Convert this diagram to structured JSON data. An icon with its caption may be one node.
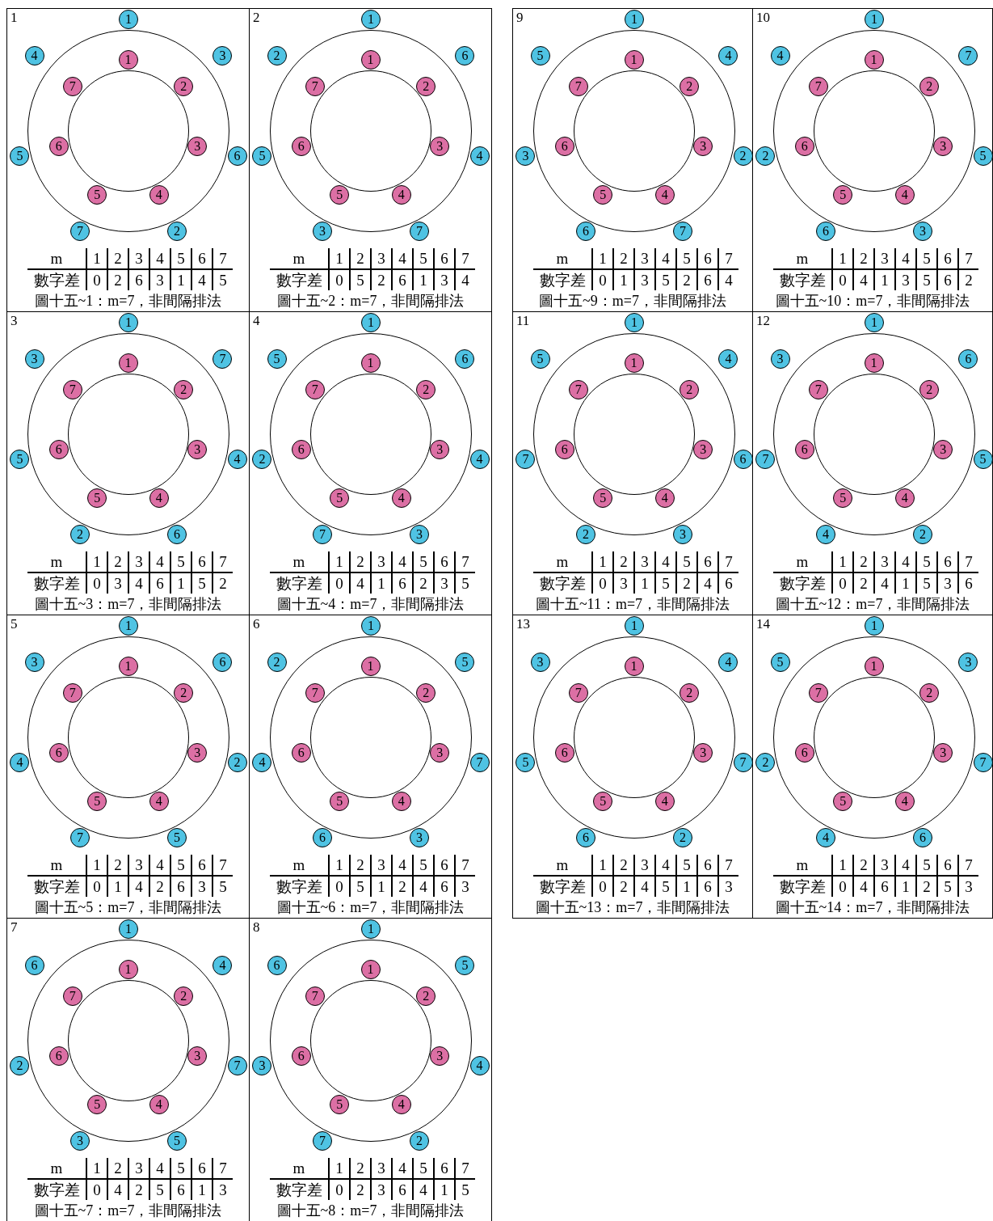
{
  "diagram": {
    "nodes": [
      {
        "text": [
          "1",
          "m",
          "1",
          "2",
          "3",
          "4",
          "5",
          "6",
          "7",
          "數字差",
          "0",
          "2",
          "6",
          "3",
          "1",
          "4",
          "5",
          "圖十五~1：m=7，非間隔排法"
        ]
      },
      {
        "text": [],
        "shape": "circle",
        "in": 0
      },
      {
        "text": [],
        "shape": "circle",
        "in": 1
      },
      {
        "text": [
          "1"
        ],
        "in": 0
      },
      {
        "text": [
          "3"
        ],
        "in": 0
      },
      {
        "text": [
          "6"
        ],
        "in": 0
      },
      {
        "text": [
          "2"
        ],
        "in": 0
      },
      {
        "text": [
          "7"
        ],
        "in": 0
      },
      {
        "text": [
          "5"
        ],
        "in": 0
      },
      {
        "text": [
          "4"
        ],
        "in": 0
      },
      {
        "text": [
          "1"
        ],
        "in": 1
      },
      {
        "text": [
          "2"
        ],
        "in": 1
      },
      {
        "text": [
          "3"
        ],
        "in": 1
      },
      {
        "text": [
          "4"
        ],
        "in": 1
      },
      {
        "text": [
          "5"
        ],
        "in": 1
      },
      {
        "text": [
          "6"
        ],
        "in": 1
      },
      {
        "text": [
          "7"
        ],
        "in": 1
      },
      {
        "text": [
          "2",
          "m",
          "1",
          "2",
          "3",
          "4",
          "5",
          "6",
          "7",
          "數字差",
          "0",
          "5",
          "2",
          "6",
          "1",
          "3",
          "4",
          "圖十五~2：m=7，非間隔排法"
        ]
      },
      {
        "text": [],
        "shape": "circle",
        "in": 17
      },
      {
        "text": [],
        "shape": "circle",
        "in": 18
      },
      {
        "text": [
          "1"
        ],
        "in": 17
      },
      {
        "text": [
          "6"
        ],
        "in": 17
      },
      {
        "text": [
          "4"
        ],
        "in": 17
      },
      {
        "text": [
          "7"
        ],
        "in": 17
      },
      {
        "text": [
          "3"
        ],
        "in": 17
      },
      {
        "text": [
          "5"
        ],
        "in": 17
      },
      {
        "text": [
          "2"
        ],
        "in": 17
      },
      {
        "text": [
          "1"
        ],
        "in": 18
      },
      {
        "text": [
          "2"
        ],
        "in": 18
      },
      {
        "text": [
          "3"
        ],
        "in": 18
      },
      {
        "text": [
          "4"
        ],
        "in": 18
      },
      {
        "text": [
          "5"
        ],
        "in": 18
      },
      {
        "text": [
          "6"
        ],
        "in": 18
      },
      {
        "text": [
          "7"
        ],
        "in": 18
      },
      {
        "text": [
          "3",
          "m",
          "1",
          "2",
          "3",
          "4",
          "5",
          "6",
          "7",
          "數字差",
          "0",
          "3",
          "4",
          "6",
          "1",
          "5",
          "2",
          "圖十五~3：m=7，非間隔排法"
        ]
      },
      {
        "text": [],
        "shape": "circle",
        "in": 34
      },
      {
        "text": [],
        "shape": "circle",
        "in": 35
      },
      {
        "text": [
          "1"
        ],
        "in": 34
      },
      {
        "text": [
          "7"
        ],
        "in": 34
      },
      {
        "text": [
          "4"
        ],
        "in": 34
      },
      {
        "text": [
          "6"
        ],
        "in": 34
      },
      {
        "text": [
          "2"
        ],
        "in": 34
      },
      {
        "text": [
          "5"
        ],
        "in": 34
      },
      {
        "text": [
          "3"
        ],
        "in": 34
      },
      {
        "text": [
          "1"
        ],
        "in": 35
      },
      {
        "text": [
          "2"
        ],
        "in": 35
      },
      {
        "text": [
          "3"
        ],
        "in": 35
      },
      {
        "text": [
          "4"
        ],
        "in": 35
      },
      {
        "text": [
          "5"
        ],
        "in": 35
      },
      {
        "text": [
          "6"
        ],
        "in": 35
      },
      {
        "text": [
          "7"
        ],
        "in": 35
      },
      {
        "text": [
          "4",
          "m",
          "1",
          "2",
          "3",
          "4",
          "5",
          "6",
          "7",
          "數字差",
          "0",
          "4",
          "1",
          "6",
          "2",
          "3",
          "5",
          "圖十五~4：m=7，非間隔排法"
        ]
      },
      {
        "text": [],
        "shape": "circle",
        "in": 51
      },
      {
        "text": [],
        "shape": "circle",
        "in": 52
      },
      {
        "text": [
          "1"
        ],
        "in": 51
      },
      {
        "text": [
          "6"
        ],
        "in": 51
      },
      {
        "text": [
          "4"
        ],
        "in": 51
      },
      {
        "text": [
          "3"
        ],
        "in": 51
      },
      {
        "text": [
          "7"
        ],
        "in": 51
      },
      {
        "text": [
          "2"
        ],
        "in": 51
      },
      {
        "text": [
          "5"
        ],
        "in": 51
      },
      {
        "text": [
          "1"
        ],
        "in": 52
      },
      {
        "text": [
          "2"
        ],
        "in": 52
      },
      {
        "text": [
          "3"
        ],
        "in": 52
      },
      {
        "text": [
          "4"
        ],
        "in": 52
      },
      {
        "text": [
          "5"
        ],
        "in": 52
      },
      {
        "text": [
          "6"
        ],
        "in": 52
      },
      {
        "text": [
          "7"
        ],
        "in": 52
      },
      {
        "text": [
          "5",
          "m",
          "1",
          "2",
          "3",
          "4",
          "5",
          "6",
          "7",
          "數字差",
          "0",
          "1",
          "4",
          "2",
          "6",
          "3",
          "5",
          "圖十五~5：m=7，非間隔排法"
        ]
      },
      {
        "text": [],
        "shape": "circle",
        "in": 68
      },
      {
        "text": [],
        "shape": "circle",
        "in": 69
      },
      {
        "text": [
          "1"
        ],
        "in": 68
      },
      {
        "text": [
          "6"
        ],
        "in": 68
      },
      {
        "text": [
          "2"
        ],
        "in": 68
      },
      {
        "text": [
          "5"
        ],
        "in": 68
      },
      {
        "text": [
          "7"
        ],
        "in": 68
      },
      {
        "text": [
          "4"
        ],
        "in": 68
      },
      {
        "text": [
          "3"
        ],
        "in": 68
      },
      {
        "text": [
          "1"
        ],
        "in": 69
      },
      {
        "text": [
          "2"
        ],
        "in": 69
      },
      {
        "text": [
          "3"
        ],
        "in": 69
      },
      {
        "text": [
          "4"
        ],
        "in": 69
      },
      {
        "text": [
          "5"
        ],
        "in": 69
      },
      {
        "text": [
          "6"
        ],
        "in": 69
      },
      {
        "text": [
          "7"
        ],
        "in": 69
      },
      {
        "text": [
          "6",
          "m",
          "1",
          "2",
          "3",
          "4",
          "5",
          "6",
          "7",
          "數字差",
          "0",
          "5",
          "1",
          "2",
          "4",
          "6",
          "3",
          "圖十五~6：m=7，非間隔排法"
        ]
      },
      {
        "text": [],
        "shape": "circle",
        "in": 85
      },
      {
        "text": [],
        "shape": "circle",
        "in": 86
      },
      {
        "text": [
          "1"
        ],
        "in": 85
      },
      {
        "text": [
          "5"
        ],
        "in": 85
      },
      {
        "text": [
          "7"
        ],
        "in": 85
      },
      {
        "text": [
          "3"
        ],
        "in": 85
      },
      {
        "text": [
          "6"
        ],
        "in": 85
      },
      {
        "text": [
          "4"
        ],
        "in": 85
      },
      {
        "text": [
          "2"
        ],
        "in": 85
      },
      {
        "text": [
          "1"
        ],
        "in": 86
      },
      {
        "text": [
          "2"
        ],
        "in": 86
      },
      {
        "text": [
          "3"
        ],
        "in": 86
      },
      {
        "text": [
          "4"
        ],
        "in": 86
      },
      {
        "text": [
          "5"
        ],
        "in": 86
      },
      {
        "text": [
          "6"
        ],
        "in": 86
      },
      {
        "text": [
          "7"
        ],
        "in": 86
      },
      {
        "text": [
          "7",
          "m",
          "1",
          "2",
          "3",
          "4",
          "5",
          "6",
          "7",
          "數字差",
          "0",
          "4",
          "2",
          "5",
          "6",
          "1",
          "3",
          "圖十五~7：m=7，非間隔排法"
        ]
      },
      {
        "text": [],
        "shape": "circle",
        "in": 102
      },
      {
        "text": [],
        "shape": "circle",
        "in": 103
      },
      {
        "text": [
          "1"
        ],
        "in": 102
      },
      {
        "text": [
          "4"
        ],
        "in": 102
      },
      {
        "text": [
          "7"
        ],
        "in": 102
      },
      {
        "text": [
          "5"
        ],
        "in": 102
      },
      {
        "text": [
          "3"
        ],
        "in": 102
      },
      {
        "text": [
          "2"
        ],
        "in": 102
      },
      {
        "text": [
          "6"
        ],
        "in": 102
      },
      {
        "text": [
          "1"
        ],
        "in": 103
      },
      {
        "text": [
          "2"
        ],
        "in": 103
      },
      {
        "text": [
          "3"
        ],
        "in": 103
      },
      {
        "text": [
          "4"
        ],
        "in": 103
      },
      {
        "text": [
          "5"
        ],
        "in": 103
      },
      {
        "text": [
          "6"
        ],
        "in": 103
      },
      {
        "text": [
          "7"
        ],
        "in": 103
      },
      {
        "text": [
          "8",
          "m",
          "1",
          "2",
          "3",
          "4",
          "5",
          "6",
          "7",
          "數字差",
          "0",
          "2",
          "3",
          "6",
          "4",
          "1",
          "5",
          "圖十五~8：m=7，非間隔排法"
        ]
      },
      {
        "text": [],
        "shape": "circle",
        "in": 119
      },
      {
        "text": [],
        "shape": "circle",
        "in": 120
      },
      {
        "text": [
          "1"
        ],
        "in": 119
      },
      {
        "text": [
          "5"
        ],
        "in": 119
      },
      {
        "text": [
          "4"
        ],
        "in": 119
      },
      {
        "text": [
          "2"
        ],
        "in": 119
      },
      {
        "text": [
          "7"
        ],
        "in": 119
      },
      {
        "text": [
          "3"
        ],
        "in": 119
      },
      {
        "text": [
          "6"
        ],
        "in": 119
      },
      {
        "text": [
          "1"
        ],
        "in": 120
      },
      {
        "text": [
          "2"
        ],
        "in": 120
      },
      {
        "text": [
          "3"
        ],
        "in": 120
      },
      {
        "text": [
          "4"
        ],
        "in": 120
      },
      {
        "text": [
          "5"
        ],
        "in": 120
      },
      {
        "text": [
          "6"
        ],
        "in": 120
      },
      {
        "text": [
          "7"
        ],
        "in": 120
      },
      {
        "text": [
          "9",
          "m",
          "1",
          "2",
          "3",
          "4",
          "5",
          "6",
          "7",
          "數字差",
          "0",
          "1",
          "3",
          "5",
          "2",
          "6",
          "4",
          "圖十五~9：m=7，非間隔排法"
        ]
      },
      {
        "text": [],
        "shape": "circle",
        "in": 136
      },
      {
        "text": [],
        "shape": "circle",
        "in": 137
      },
      {
        "text": [
          "1"
        ],
        "in": 136
      },
      {
        "text": [
          "4"
        ],
        "in": 136
      },
      {
        "text": [
          "2"
        ],
        "in": 136
      },
      {
        "text": [
          "7"
        ],
        "in": 136
      },
      {
        "text": [
          "6"
        ],
        "in": 136
      },
      {
        "text": [
          "3"
        ],
        "in": 136
      },
      {
        "text": [
          "5"
        ],
        "in": 136
      },
      {
        "text": [
          "1"
        ],
        "in": 137
      },
      {
        "text": [
          "2"
        ],
        "in": 137
      },
      {
        "text": [
          "3"
        ],
        "in": 137
      },
      {
        "text": [
          "4"
        ],
        "in": 137
      },
      {
        "text": [
          "5"
        ],
        "in": 137
      },
      {
        "text": [
          "6"
        ],
        "in": 137
      },
      {
        "text": [
          "7"
        ],
        "in": 137
      },
      {
        "text": [
          "10",
          "m",
          "1",
          "2",
          "3",
          "4",
          "5",
          "6",
          "7",
          "數字差",
          "0",
          "4",
          "1",
          "3",
          "5",
          "6",
          "2",
          "圖十五~10：m=7，非間隔排法"
        ]
      },
      {
        "text": [],
        "shape": "circle",
        "in": 153
      },
      {
        "text": [],
        "shape": "circle",
        "in": 154
      },
      {
        "text": [
          "1"
        ],
        "in": 153
      },
      {
        "text": [
          "7"
        ],
        "in": 153
      },
      {
        "text": [
          "5"
        ],
        "in": 153
      },
      {
        "text": [
          "3"
        ],
        "in": 153
      },
      {
        "text": [
          "6"
        ],
        "in": 153
      },
      {
        "text": [
          "2"
        ],
        "in": 153
      },
      {
        "text": [
          "4"
        ],
        "in": 153
      },
      {
        "text": [
          "1"
        ],
        "in": 154
      },
      {
        "text": [
          "2"
        ],
        "in": 154
      },
      {
        "text": [
          "3"
        ],
        "in": 154
      },
      {
        "text": [
          "4"
        ],
        "in": 154
      },
      {
        "text": [
          "5"
        ],
        "in": 154
      },
      {
        "text": [
          "6"
        ],
        "in": 154
      },
      {
        "text": [
          "7"
        ],
        "in": 154
      },
      {
        "text": [
          "11",
          "m",
          "1",
          "2",
          "3",
          "4",
          "5",
          "6",
          "7",
          "數字差",
          "0",
          "3",
          "1",
          "5",
          "2",
          "4",
          "6",
          "圖十五~11：m=7，非間隔排法"
        ]
      },
      {
        "text": [],
        "shape": "circle",
        "in": 170
      },
      {
        "text": [],
        "shape": "circle",
        "in": 171
      },
      {
        "text": [
          "1"
        ],
        "in": 170
      },
      {
        "text": [
          "4"
        ],
        "in": 170
      },
      {
        "text": [
          "6"
        ],
        "in": 170
      },
      {
        "text": [
          "3"
        ],
        "in": 170
      },
      {
        "text": [
          "2"
        ],
        "in": 170
      },
      {
        "text": [
          "7"
        ],
        "in": 170
      },
      {
        "text": [
          "5"
        ],
        "in": 170
      },
      {
        "text": [
          "1"
        ],
        "in": 171
      },
      {
        "text": [
          "2"
        ],
        "in": 171
      },
      {
        "text": [
          "3"
        ],
        "in": 171
      },
      {
        "text": [
          "4"
        ],
        "in": 171
      },
      {
        "text": [
          "5"
        ],
        "in": 171
      },
      {
        "text": [
          "6"
        ],
        "in": 171
      },
      {
        "text": [
          "7"
        ],
        "in": 171
      },
      {
        "text": [
          "12",
          "m",
          "1",
          "2",
          "3",
          "4",
          "5",
          "6",
          "7",
          "數字差",
          "0",
          "2",
          "4",
          "1",
          "5",
          "3",
          "6",
          "圖十五~12：m=7，非間隔排法"
        ]
      },
      {
        "text": [],
        "shape": "circle",
        "in": 187
      },
      {
        "text": [],
        "shape": "circle",
        "in": 188
      },
      {
        "text": [
          "1"
        ],
        "in": 187
      },
      {
        "text": [
          "6"
        ],
        "in": 187
      },
      {
        "text": [
          "5"
        ],
        "in": 187
      },
      {
        "text": [
          "2"
        ],
        "in": 187
      },
      {
        "text": [
          "4"
        ],
        "in": 187
      },
      {
        "text": [
          "7"
        ],
        "in": 187
      },
      {
        "text": [
          "3"
        ],
        "in": 187
      },
      {
        "text": [
          "1"
        ],
        "in": 188
      },
      {
        "text": [
          "2"
        ],
        "in": 188
      },
      {
        "text": [
          "3"
        ],
        "in": 188
      },
      {
        "text": [
          "4"
        ],
        "in": 188
      },
      {
        "text": [
          "5"
        ],
        "in": 188
      },
      {
        "text": [
          "6"
        ],
        "in": 188
      },
      {
        "text": [
          "7"
        ],
        "in": 188
      },
      {
        "text": [
          "13",
          "m",
          "1",
          "2",
          "3",
          "4",
          "5",
          "6",
          "7",
          "數字差",
          "0",
          "2",
          "4",
          "5",
          "1",
          "6",
          "3",
          "圖十五~13：m=7，非間隔排法"
        ]
      },
      {
        "text": [],
        "shape": "circle",
        "in": 204
      },
      {
        "text": [],
        "shape": "circle",
        "in": 205
      },
      {
        "text": [
          "1"
        ],
        "in": 204
      },
      {
        "text": [
          "4"
        ],
        "in": 204
      },
      {
        "text": [
          "7"
        ],
        "in": 204
      },
      {
        "text": [
          "2"
        ],
        "in": 204
      },
      {
        "text": [
          "6"
        ],
        "in": 204
      },
      {
        "text": [
          "5"
        ],
        "in": 204
      },
      {
        "text": [
          "3"
        ],
        "in": 204
      },
      {
        "text": [
          "1"
        ],
        "in": 205
      },
      {
        "text": [
          "2"
        ],
        "in": 205
      },
      {
        "text": [
          "3"
        ],
        "in": 205
      },
      {
        "text": [
          "4"
        ],
        "in": 205
      },
      {
        "text": [
          "5"
        ],
        "in": 205
      },
      {
        "text": [
          "6"
        ],
        "in": 205
      },
      {
        "text": [
          "7"
        ],
        "in": 205
      },
      {
        "text": [
          "14",
          "m",
          "1",
          "2",
          "3",
          "4",
          "5",
          "6",
          "7",
          "數字差",
          "0",
          "4",
          "6",
          "1",
          "2",
          "5",
          "3",
          "圖十五~14：m=7，非間隔排法"
        ]
      },
      {
        "text": [],
        "shape": "circle",
        "in": 221
      },
      {
        "text": [],
        "shape": "circle",
        "in": 222
      },
      {
        "text": [
          "1"
        ],
        "in": 221
      },
      {
        "text": [
          "3"
        ],
        "in": 221
      },
      {
        "text": [
          "7"
        ],
        "in": 221
      },
      {
        "text": [
          "6"
        ],
        "in": 221
      },
      {
        "text": [
          "4"
        ],
        "in": 221
      },
      {
        "text": [
          "2"
        ],
        "in": 221
      },
      {
        "text": [
          "5"
        ],
        "in": 221
      },
      {
        "text": [
          "1"
        ],
        "in": 222
      },
      {
        "text": [
          "2"
        ],
        "in": 222
      },
      {
        "text": [
          "3"
        ],
        "in": 222
      },
      {
        "text": [
          "4"
        ],
        "in": 222
      },
      {
        "text": [
          "5"
        ],
        "in": 222
      },
      {
        "text": [
          "6"
        ],
        "in": 222
      },
      {
        "text": [
          "7"
        ],
        "in": 222
      }
    ]
  }
}
